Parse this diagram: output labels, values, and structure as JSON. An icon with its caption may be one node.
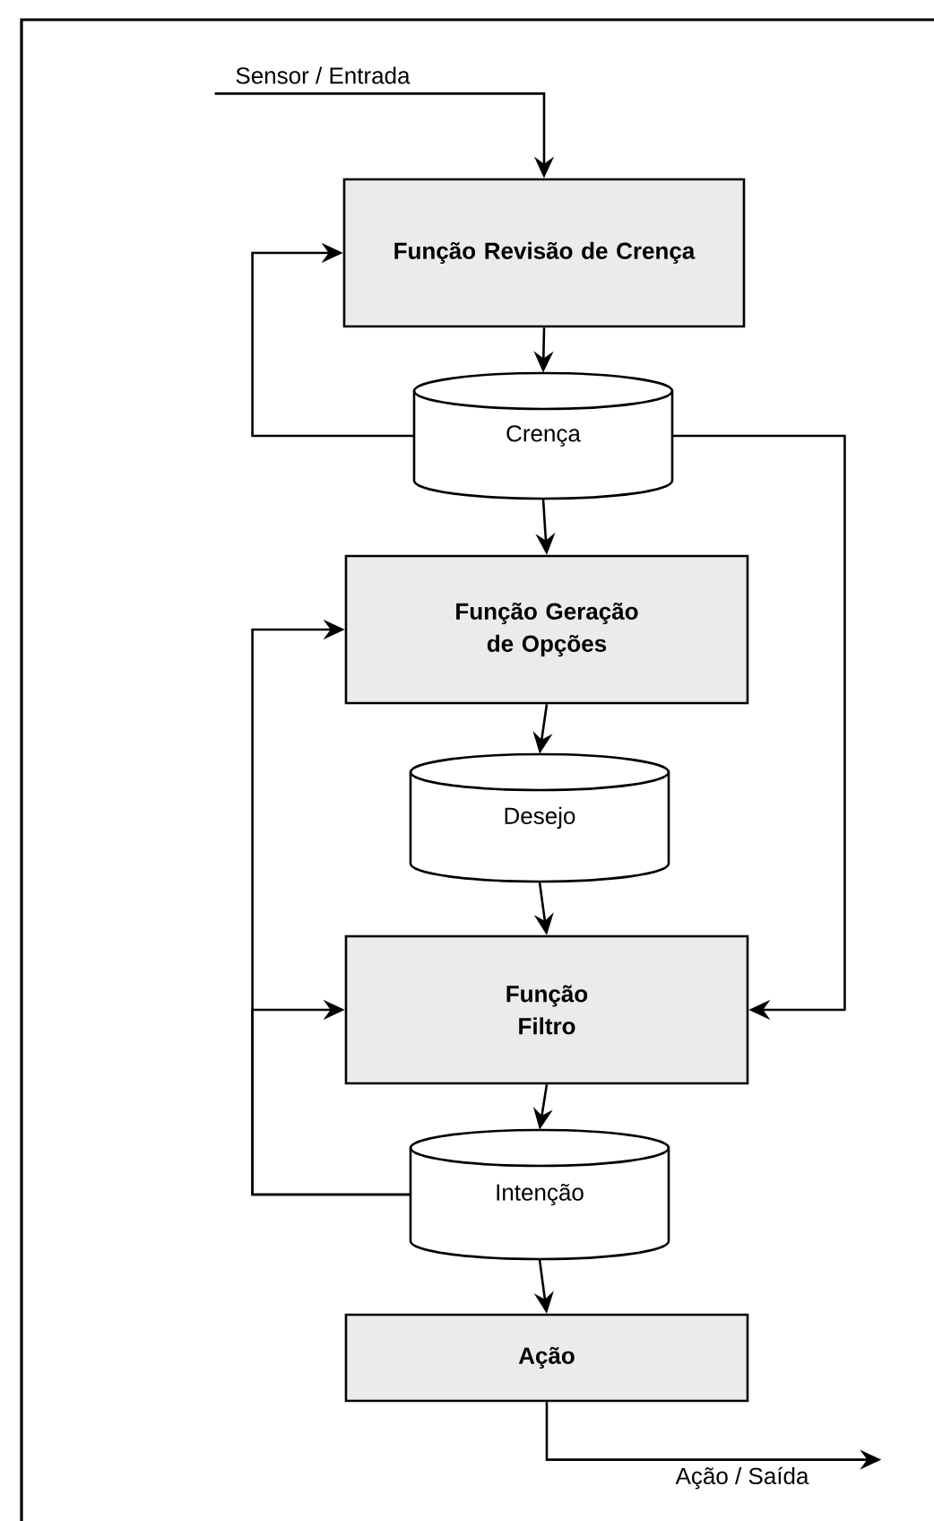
{
  "diagram": {
    "nodes": [
      {
        "text": [
          "Sensor / Entrada"
        ]
      },
      {
        "text": [
          "Função Revisão de Crença"
        ]
      },
      {
        "text": [
          "Crença"
        ]
      },
      {
        "text": [
          "Função Geração de Opções"
        ]
      },
      {
        "text": [
          "Desejo"
        ]
      },
      {
        "text": [
          "Função Filtro"
        ]
      },
      {
        "text": [
          "Intenção"
        ]
      },
      {
        "text": [
          "Ação"
        ]
      },
      {
        "text": [
          "Ação / Saída"
        ]
      }
    ],
    "edges": [
      {
        "from": 0,
        "to": 1,
        "arrow": "to"
      },
      {
        "from": 1,
        "to": 2,
        "arrow": "to"
      },
      {
        "from": 2,
        "to": 1,
        "arrow": "to"
      },
      {
        "from": 2,
        "to": 3,
        "arrow": "to"
      },
      {
        "from": 2,
        "to": 5,
        "arrow": "to"
      },
      {
        "from": 3,
        "to": 4,
        "arrow": "to"
      },
      {
        "from": 4,
        "to": 5,
        "arrow": "to"
      },
      {
        "from": 5,
        "to": 6,
        "arrow": "to"
      },
      {
        "from": 6,
        "to": 3,
        "arrow": "to"
      },
      {
        "from": 6,
        "to": 5,
        "arrow": "to"
      },
      {
        "from": 6,
        "to": 7,
        "arrow": "to"
      },
      {
        "from": 7,
        "to": 8,
        "arrow": "to"
      }
    ]
  }
}
